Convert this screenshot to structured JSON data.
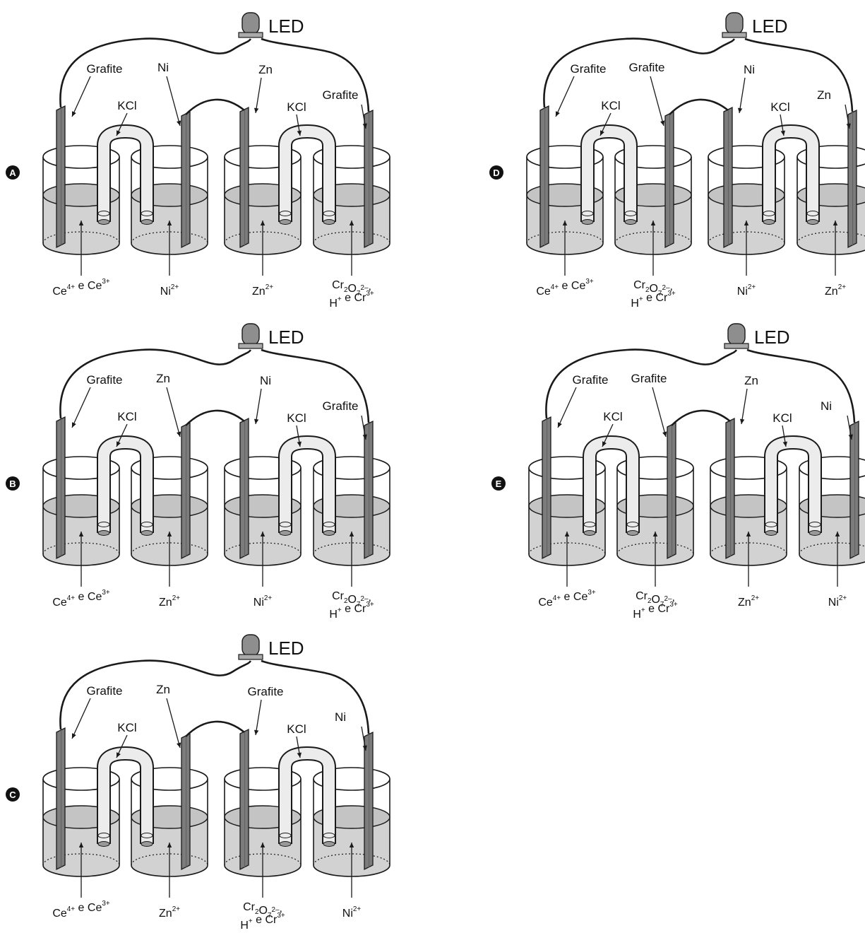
{
  "led_label": "LED",
  "salt_bridge_label": "KCl",
  "options": [
    {
      "letter": "A",
      "wire_top_label": "LED",
      "cells": [
        {
          "electrode": "Grafite",
          "solution": [
            [
              "Ce",
              "4+",
              ""
            ],
            [
              " e ",
              "",
              ""
            ],
            [
              "Ce",
              "3+",
              ""
            ]
          ]
        },
        {
          "electrode": "Ni",
          "solution": [
            [
              "Ni",
              "2+",
              ""
            ]
          ]
        },
        {
          "electrode": "Zn",
          "solution": [
            [
              "Zn",
              "2+",
              ""
            ]
          ]
        },
        {
          "electrode": "Grafite",
          "solution_line1": [
            [
              "Cr",
              "",
              "2"
            ],
            [
              "O",
              "2–",
              "7"
            ],
            [
              ",",
              "",
              ""
            ]
          ],
          "solution_line2": [
            [
              "H",
              "+",
              ""
            ],
            [
              " e ",
              "",
              ""
            ],
            [
              "Cr",
              "3+",
              ""
            ]
          ]
        }
      ]
    },
    {
      "letter": "B",
      "cells": [
        {
          "electrode": "Grafite",
          "solution": [
            [
              "Ce",
              "4+",
              ""
            ],
            [
              " e ",
              "",
              ""
            ],
            [
              "Ce",
              "3+",
              ""
            ]
          ]
        },
        {
          "electrode": "Zn",
          "solution": [
            [
              "Zn",
              "2+",
              ""
            ]
          ]
        },
        {
          "electrode": "Ni",
          "solution": [
            [
              "Ni",
              "2+",
              ""
            ]
          ]
        },
        {
          "electrode": "Grafite",
          "solution_line1": [
            [
              "Cr",
              "",
              "2"
            ],
            [
              "O",
              "2–",
              "7"
            ],
            [
              ",",
              "",
              ""
            ]
          ],
          "solution_line2": [
            [
              "H",
              "+",
              ""
            ],
            [
              " e ",
              "",
              ""
            ],
            [
              "Cr",
              "3+",
              ""
            ]
          ]
        }
      ]
    },
    {
      "letter": "C",
      "cells": [
        {
          "electrode": "Grafite",
          "solution": [
            [
              "Ce",
              "4+",
              ""
            ],
            [
              " e ",
              "",
              ""
            ],
            [
              "Ce",
              "3+",
              ""
            ]
          ]
        },
        {
          "electrode": "Zn",
          "solution": [
            [
              "Zn",
              "2+",
              ""
            ]
          ]
        },
        {
          "electrode": "Grafite",
          "solution_line1": [
            [
              "Cr",
              "",
              "2"
            ],
            [
              "O",
              "2–",
              "7"
            ],
            [
              ",",
              "",
              ""
            ]
          ],
          "solution_line2": [
            [
              "H",
              "+",
              ""
            ],
            [
              " e ",
              "",
              ""
            ],
            [
              "Cr",
              "3+",
              ""
            ]
          ]
        },
        {
          "electrode": "Ni",
          "solution": [
            [
              "Ni",
              "2+",
              ""
            ]
          ]
        }
      ]
    },
    {
      "letter": "D",
      "cells": [
        {
          "electrode": "Grafite",
          "solution": [
            [
              "Ce",
              "4+",
              ""
            ],
            [
              " e ",
              "",
              ""
            ],
            [
              "Ce",
              "3+",
              ""
            ]
          ]
        },
        {
          "electrode": "Grafite",
          "solution_line1": [
            [
              "Cr",
              "",
              "2"
            ],
            [
              "O",
              "2–",
              "7"
            ],
            [
              ",",
              "",
              ""
            ]
          ],
          "solution_line2": [
            [
              "H",
              "+",
              ""
            ],
            [
              " e ",
              "",
              ""
            ],
            [
              "Cr",
              "3+",
              ""
            ]
          ]
        },
        {
          "electrode": "Ni",
          "solution": [
            [
              "Ni",
              "2+",
              ""
            ]
          ]
        },
        {
          "electrode": "Zn",
          "solution": [
            [
              "Zn",
              "2+",
              ""
            ]
          ]
        }
      ]
    },
    {
      "letter": "E",
      "cells": [
        {
          "electrode": "Grafite",
          "solution": [
            [
              "Ce",
              "4+",
              ""
            ],
            [
              " e ",
              "",
              ""
            ],
            [
              "Ce",
              "3+",
              ""
            ]
          ]
        },
        {
          "electrode": "Grafite",
          "solution_line1": [
            [
              "Cr",
              "",
              "2"
            ],
            [
              "O",
              "2–",
              "7"
            ],
            [
              ",",
              "",
              ""
            ]
          ],
          "solution_line2": [
            [
              "H",
              "+",
              ""
            ],
            [
              " e ",
              "",
              ""
            ],
            [
              "Cr",
              "3+",
              ""
            ]
          ]
        },
        {
          "electrode": "Zn",
          "solution": [
            [
              "Zn",
              "2+",
              ""
            ]
          ]
        },
        {
          "electrode": "Ni",
          "solution": [
            [
              "Ni",
              "2+",
              ""
            ]
          ]
        }
      ]
    }
  ],
  "colors": {
    "liquid": "#d2d2d2",
    "electrode": "#7c7c7c",
    "bridge": "#ececec",
    "ink": "#1a1a1a"
  }
}
